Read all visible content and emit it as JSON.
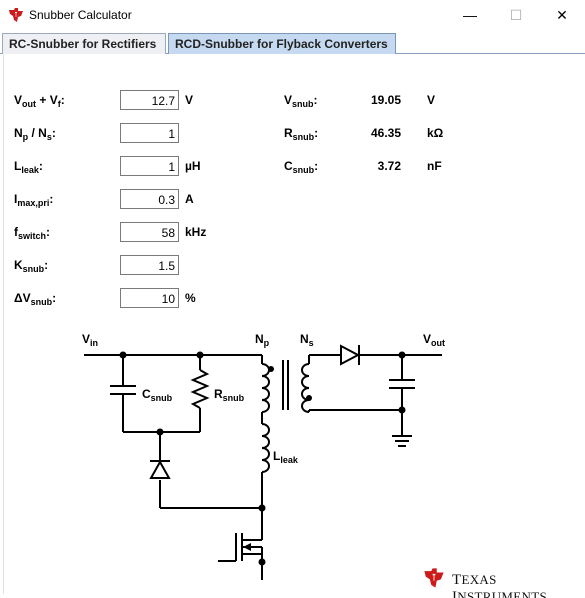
{
  "window": {
    "title": "Snubber Calculator",
    "minimize_glyph": "—",
    "maximize_glyph": "☐",
    "close_glyph": "✕",
    "icon": "ti-logo-icon"
  },
  "tabs": [
    {
      "label": "RC-Snubber for Rectifiers",
      "active": false
    },
    {
      "label": "RCD-Snubber for Flyback Converters",
      "active": true
    }
  ],
  "inputs": [
    {
      "label_main": "V",
      "label_sub": "out",
      "label_mid": " + V",
      "label_sub2": "f",
      "label_tail": ":",
      "value": "12.7",
      "unit": "V"
    },
    {
      "label_main": "N",
      "label_sub": "p",
      "label_mid": " / N",
      "label_sub2": "s",
      "label_tail": ":",
      "value": "1",
      "unit": ""
    },
    {
      "label_main": "L",
      "label_sub": "leak",
      "label_mid": "",
      "label_sub2": "",
      "label_tail": ":",
      "value": "1",
      "unit": "µH"
    },
    {
      "label_main": "I",
      "label_sub": "max,pri",
      "label_mid": "",
      "label_sub2": "",
      "label_tail": ":",
      "value": "0.3",
      "unit": "A"
    },
    {
      "label_main": "f",
      "label_sub": "switch",
      "label_mid": "",
      "label_sub2": "",
      "label_tail": ":",
      "value": "58",
      "unit": "kHz"
    },
    {
      "label_main": "K",
      "label_sub": "snub",
      "label_mid": "",
      "label_sub2": "",
      "label_tail": ":",
      "value": "1.5",
      "unit": ""
    },
    {
      "label_main": "ΔV",
      "label_sub": "snub",
      "label_mid": "",
      "label_sub2": "",
      "label_tail": ":",
      "value": "10",
      "unit": "%"
    }
  ],
  "outputs": [
    {
      "label_main": "V",
      "label_sub": "snub",
      "label_tail": ":",
      "value": "19.05",
      "unit": "V"
    },
    {
      "label_main": "R",
      "label_sub": "snub",
      "label_tail": ":",
      "value": "46.35",
      "unit": "kΩ"
    },
    {
      "label_main": "C",
      "label_sub": "snub",
      "label_tail": ":",
      "value": "3.72",
      "unit": "nF"
    }
  ],
  "circuit": {
    "vin_main": "V",
    "vin_sub": "in",
    "np_main": "N",
    "np_sub": "p",
    "ns_main": "N",
    "ns_sub": "s",
    "vout_main": "V",
    "vout_sub": "out",
    "csnub_main": "C",
    "csnub_sub": "snub",
    "rsnub_main": "R",
    "rsnub_sub": "snub",
    "lleak_main": "L",
    "lleak_sub": "leak"
  },
  "logo": {
    "first": "T",
    "first_rest": "EXAS ",
    "second": "I",
    "second_rest": "NSTRUMENTS",
    "colors": {
      "ti_red": "#cc1b1b"
    }
  }
}
